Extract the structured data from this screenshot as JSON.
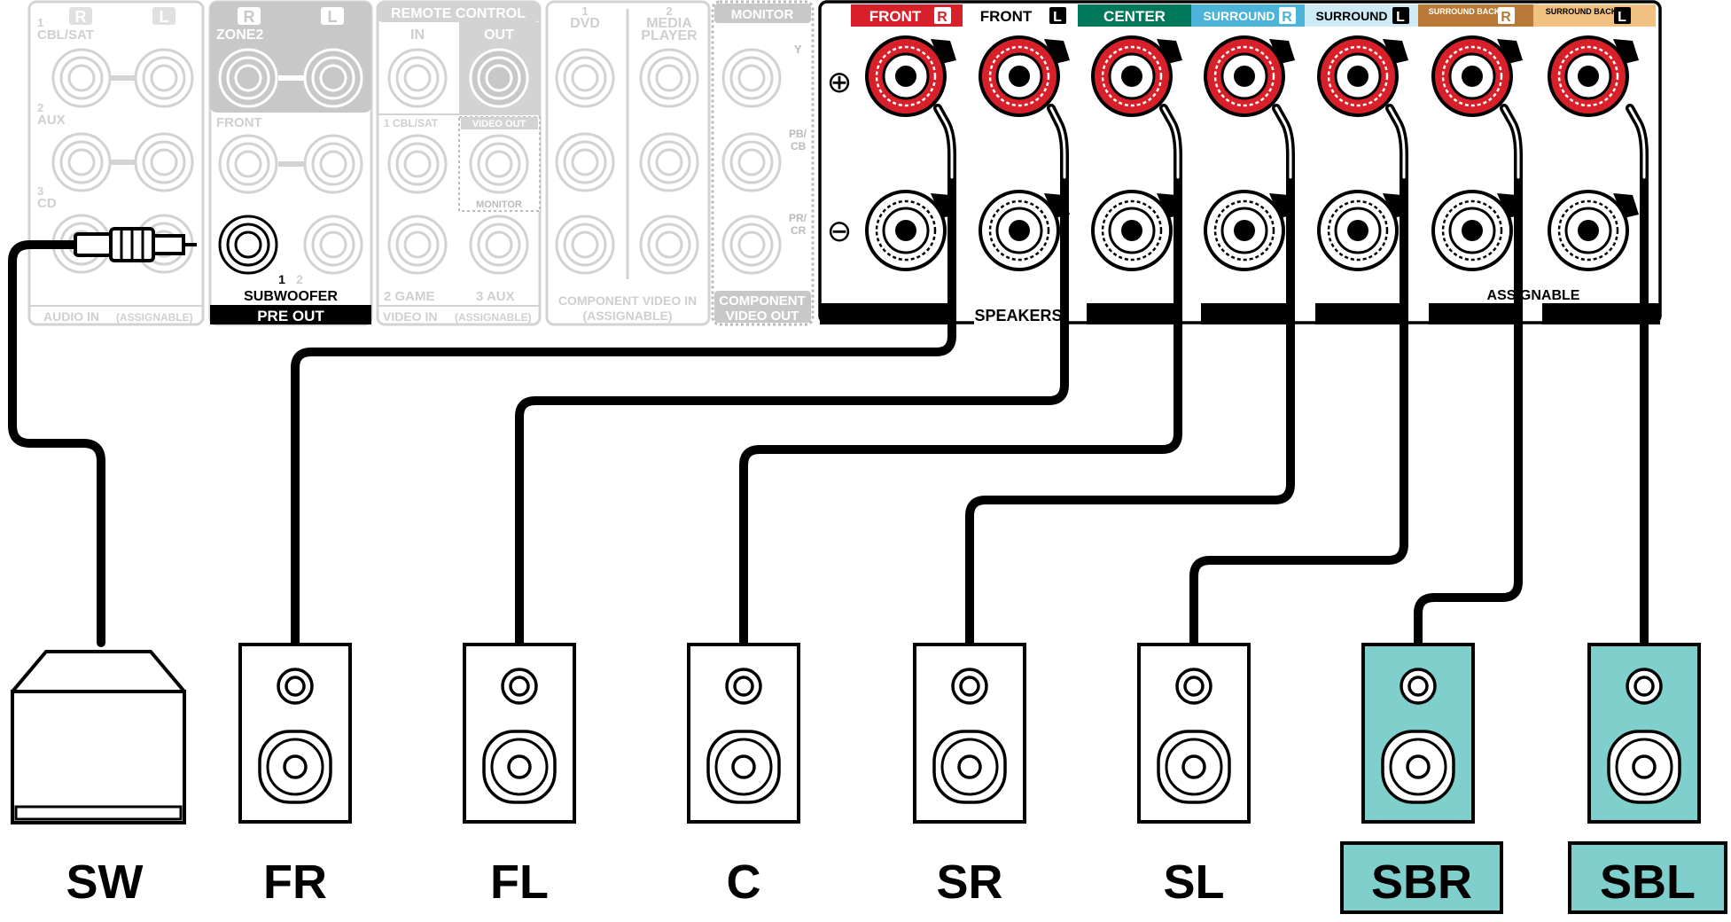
{
  "colors": {
    "front": "#d8202a",
    "center": "#00785a",
    "surround": "#4cb3d9",
    "surround_back": "#b87a36",
    "surround_back_l": "#f1c182",
    "highlight_speaker": "#7fcfcd",
    "dim_panel": "#c8c8c8",
    "dim_line": "#d3d3d3",
    "wire": "#000000"
  },
  "icons": {
    "rca_plug": "rca-plug-icon",
    "terminal": "speaker-terminal-icon",
    "plus": "plus-icon",
    "minus": "minus-icon"
  },
  "audio_in": {
    "r": "R",
    "l": "L",
    "ch1": "CBL/SAT",
    "n1": "1",
    "ch2": "AUX",
    "n2": "2",
    "ch3": "CD",
    "n3": "3",
    "caption": "AUDIO IN",
    "caption_sub": "(ASSIGNABLE)"
  },
  "pre_out": {
    "r": "R",
    "l": "L",
    "zone2": "ZONE2",
    "front": "FRONT",
    "sub_n1": "1",
    "sub_n2": "2",
    "subwoofer": "SUBWOOFER",
    "caption": "PRE OUT"
  },
  "remote_video": {
    "remote_control": "REMOTE CONTROL",
    "in": "IN",
    "out": "OUT",
    "cbl_sat": "1 CBL/SAT",
    "video_out": "VIDEO OUT",
    "monitor": "MONITOR",
    "game": "2 GAME",
    "aux": "3 AUX",
    "caption": "VIDEO IN",
    "caption_sub": "(ASSIGNABLE)"
  },
  "component_in": {
    "n1": "1",
    "dvd": "DVD",
    "n2": "2",
    "media": "MEDIA",
    "player": "PLAYER",
    "caption1": "COMPONENT VIDEO IN",
    "caption2": "(ASSIGNABLE)"
  },
  "component_out": {
    "monitor": "MONITOR",
    "y": "Y",
    "pb": "PB/",
    "cb": "CB",
    "pr": "PR/",
    "cr": "CR",
    "caption1": "COMPONENT",
    "caption2": "VIDEO OUT"
  },
  "speakers_panel": {
    "plus": "⊕",
    "minus": "⊖",
    "speakers_label": "SPEAKERS",
    "assignable_label": "ASSIGNABLE",
    "channels": [
      {
        "text": "FRONT",
        "badge": "R",
        "style": "front_r"
      },
      {
        "text": "FRONT",
        "badge": "L",
        "style": "front_l"
      },
      {
        "text": "CENTER",
        "badge": "",
        "style": "center"
      },
      {
        "text": "SURROUND",
        "badge": "R",
        "style": "surround_r"
      },
      {
        "text": "SURROUND",
        "badge": "L",
        "style": "surround_l"
      },
      {
        "text": "SURROUND BACK",
        "badge": "R",
        "style": "surround_back_r"
      },
      {
        "text": "SURROUND BACK",
        "badge": "L",
        "style": "surround_back_l"
      }
    ]
  },
  "speaker_labels": {
    "sw": "SW",
    "fr": "FR",
    "fl": "FL",
    "c": "C",
    "sr": "SR",
    "sl": "SL",
    "sbr": "SBR",
    "sbl": "SBL"
  }
}
